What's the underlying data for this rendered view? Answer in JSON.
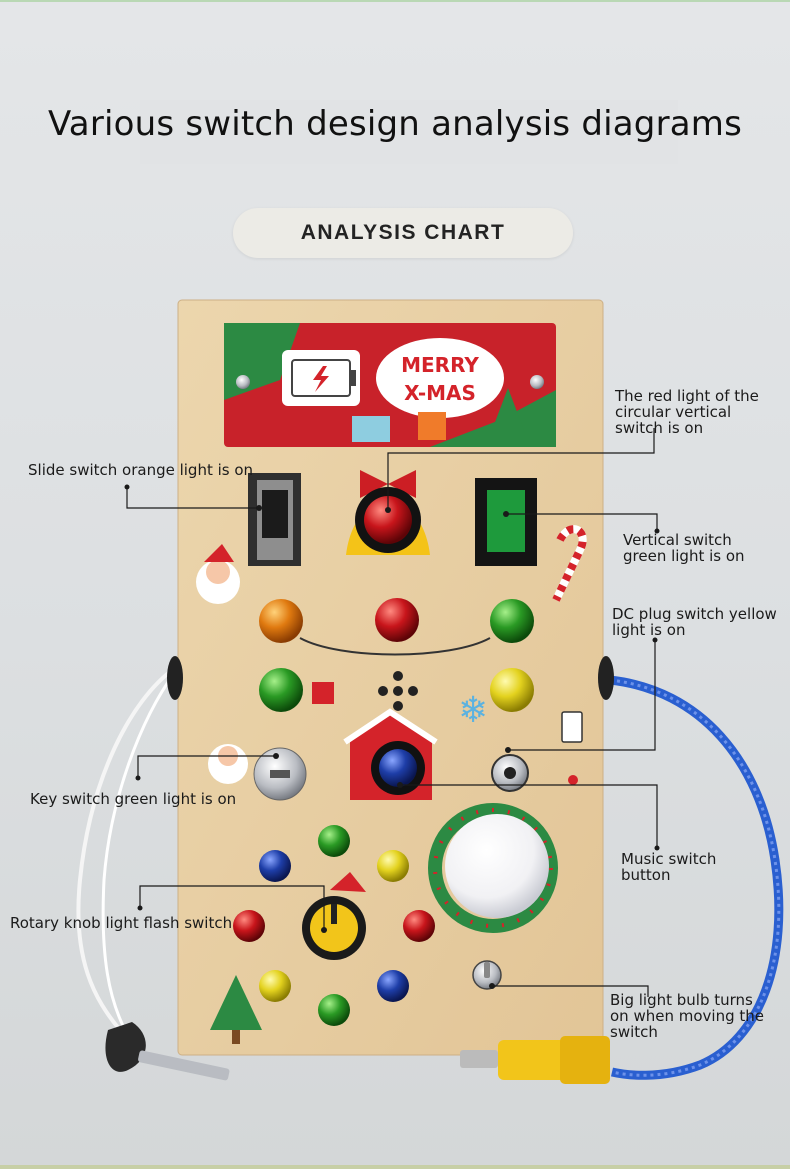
{
  "header": {
    "title": "Various switch design analysis diagrams",
    "badge": "ANALYSIS CHART"
  },
  "board": {
    "banner_text_line1": "MERRY",
    "banner_text_line2": "X-MAS"
  },
  "callouts": {
    "red_light": "The red light of the circular vertical switch is on",
    "slide_switch": "Slide switch orange light is on",
    "vertical_switch": "Vertical switch green light is on",
    "dc_plug": "DC plug switch yellow light is on",
    "key_switch": "Key switch green light is on",
    "music_switch": "Music switch button",
    "rotary_knob": "Rotary knob light flash switch",
    "big_bulb": "Big light bulb turns on when moving the switch"
  },
  "colors": {
    "wood": "#e8cfa3",
    "banner_red": "#c8222a",
    "banner_green": "#2c8a43",
    "led_orange": "#e07a10",
    "led_red": "#c8151b",
    "led_green": "#2a9a24",
    "led_yellow": "#e3d21e",
    "led_blue": "#1e3ea8",
    "cable_blue": "#2a5fd0",
    "plug_yellow": "#f2c51a"
  }
}
